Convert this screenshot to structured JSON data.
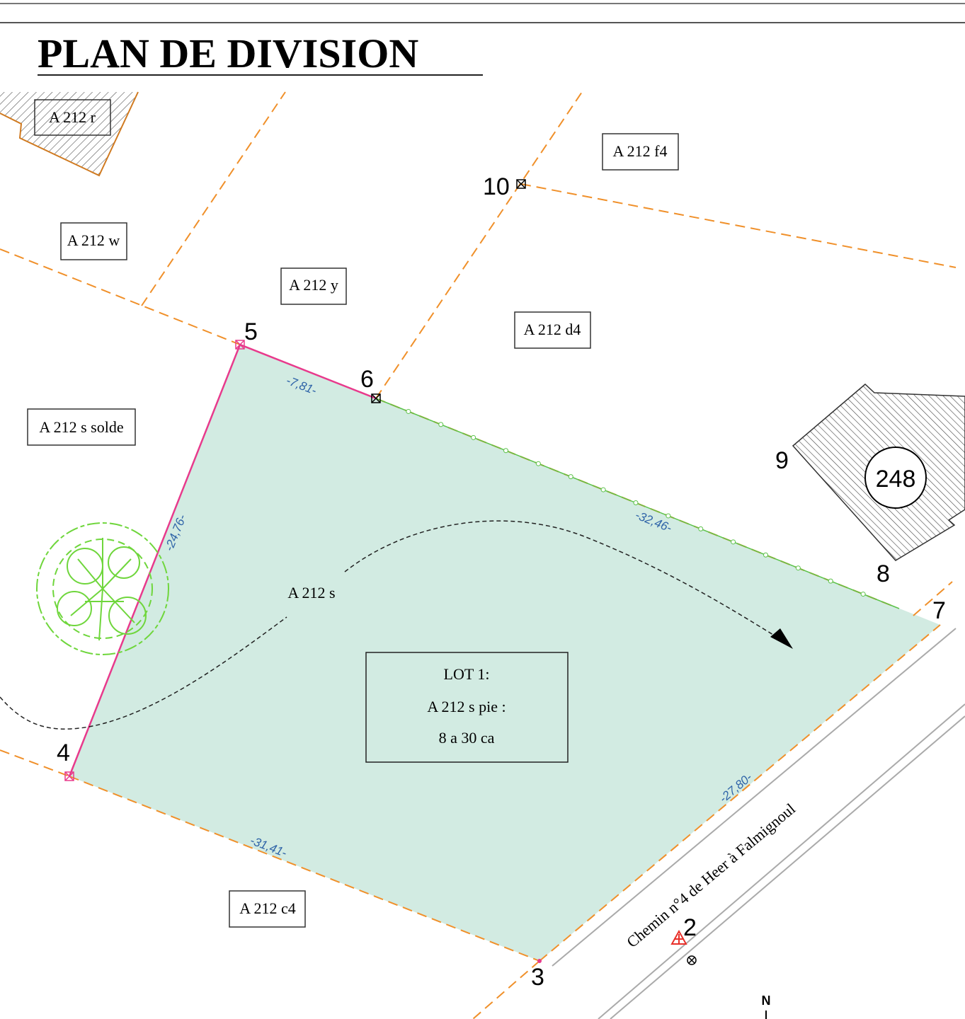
{
  "title": "PLAN DE DIVISION",
  "parcels": {
    "r": "A 212 r",
    "w": "A 212 w",
    "y": "A 212 y",
    "f4": "A 212 f4",
    "d4": "A 212 d4",
    "s_solde": "A 212 s solde",
    "c4": "A 212 c4",
    "s": "A 212 s"
  },
  "lot": {
    "line1": "LOT 1:",
    "line2": "A 212 s pie :",
    "line3": "8 a 30 ca"
  },
  "points": [
    "2",
    "3",
    "4",
    "5",
    "6",
    "7",
    "8",
    "9",
    "10"
  ],
  "dimensions": {
    "d56": "-7,81-",
    "d45": "-24,76-",
    "d67": "-32,46-",
    "d37": "-27,80-",
    "d34": "-31,41-"
  },
  "building_number": "248",
  "road": "Chemin n°4 de Heer à Falmignoul",
  "north": "N",
  "colors": {
    "lot_fill": "#d2ebe2",
    "boundary": "#f0902a",
    "division": "#e83a8c",
    "tree": "#6fd63c",
    "dimension": "#2f64a8"
  }
}
